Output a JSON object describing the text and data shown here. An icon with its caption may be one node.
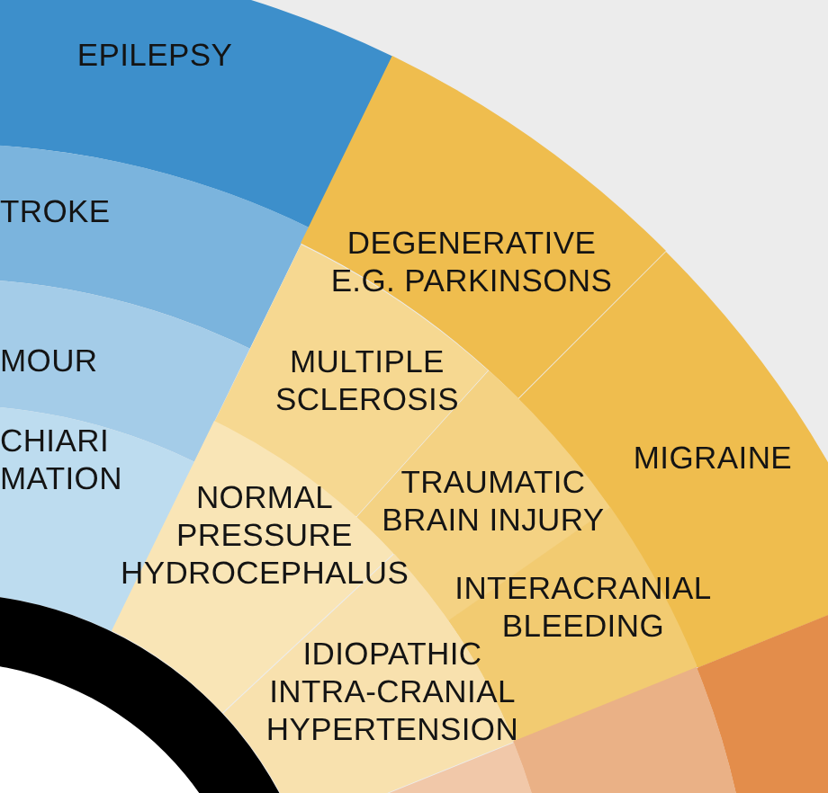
{
  "diagram": {
    "nodes": [
      {
        "text": [
          "EPILEPSY"
        ]
      },
      {
        "text": [
          "TROKE"
        ]
      },
      {
        "text": [
          "DEGENERATIVE E.G. PARKINSONS"
        ]
      },
      {
        "text": [
          "MULTIPLE SCLEROSIS"
        ]
      },
      {
        "text": [
          "MOUR"
        ]
      },
      {
        "text": [
          "MIGRAINE"
        ]
      },
      {
        "text": [
          "CHIARI MATION"
        ]
      },
      {
        "text": [
          "TRAUMATIC BRAIN INJURY"
        ]
      },
      {
        "text": [
          "NORMAL PRESSURE HYDROCEPHALUS"
        ]
      },
      {
        "text": [
          "INTERACRANIAL BLEEDING"
        ]
      },
      {
        "text": [
          "IDIOPATHIC INTRA-CRANIAL HYPERTENSION"
        ]
      },
      {
        "text": [],
        "shape": "box"
      },
      {
        "text": [],
        "shape": "box"
      },
      {
        "text": [],
        "shape": "box"
      },
      {
        "text": [],
        "shape": "circle"
      }
    ]
  }
}
